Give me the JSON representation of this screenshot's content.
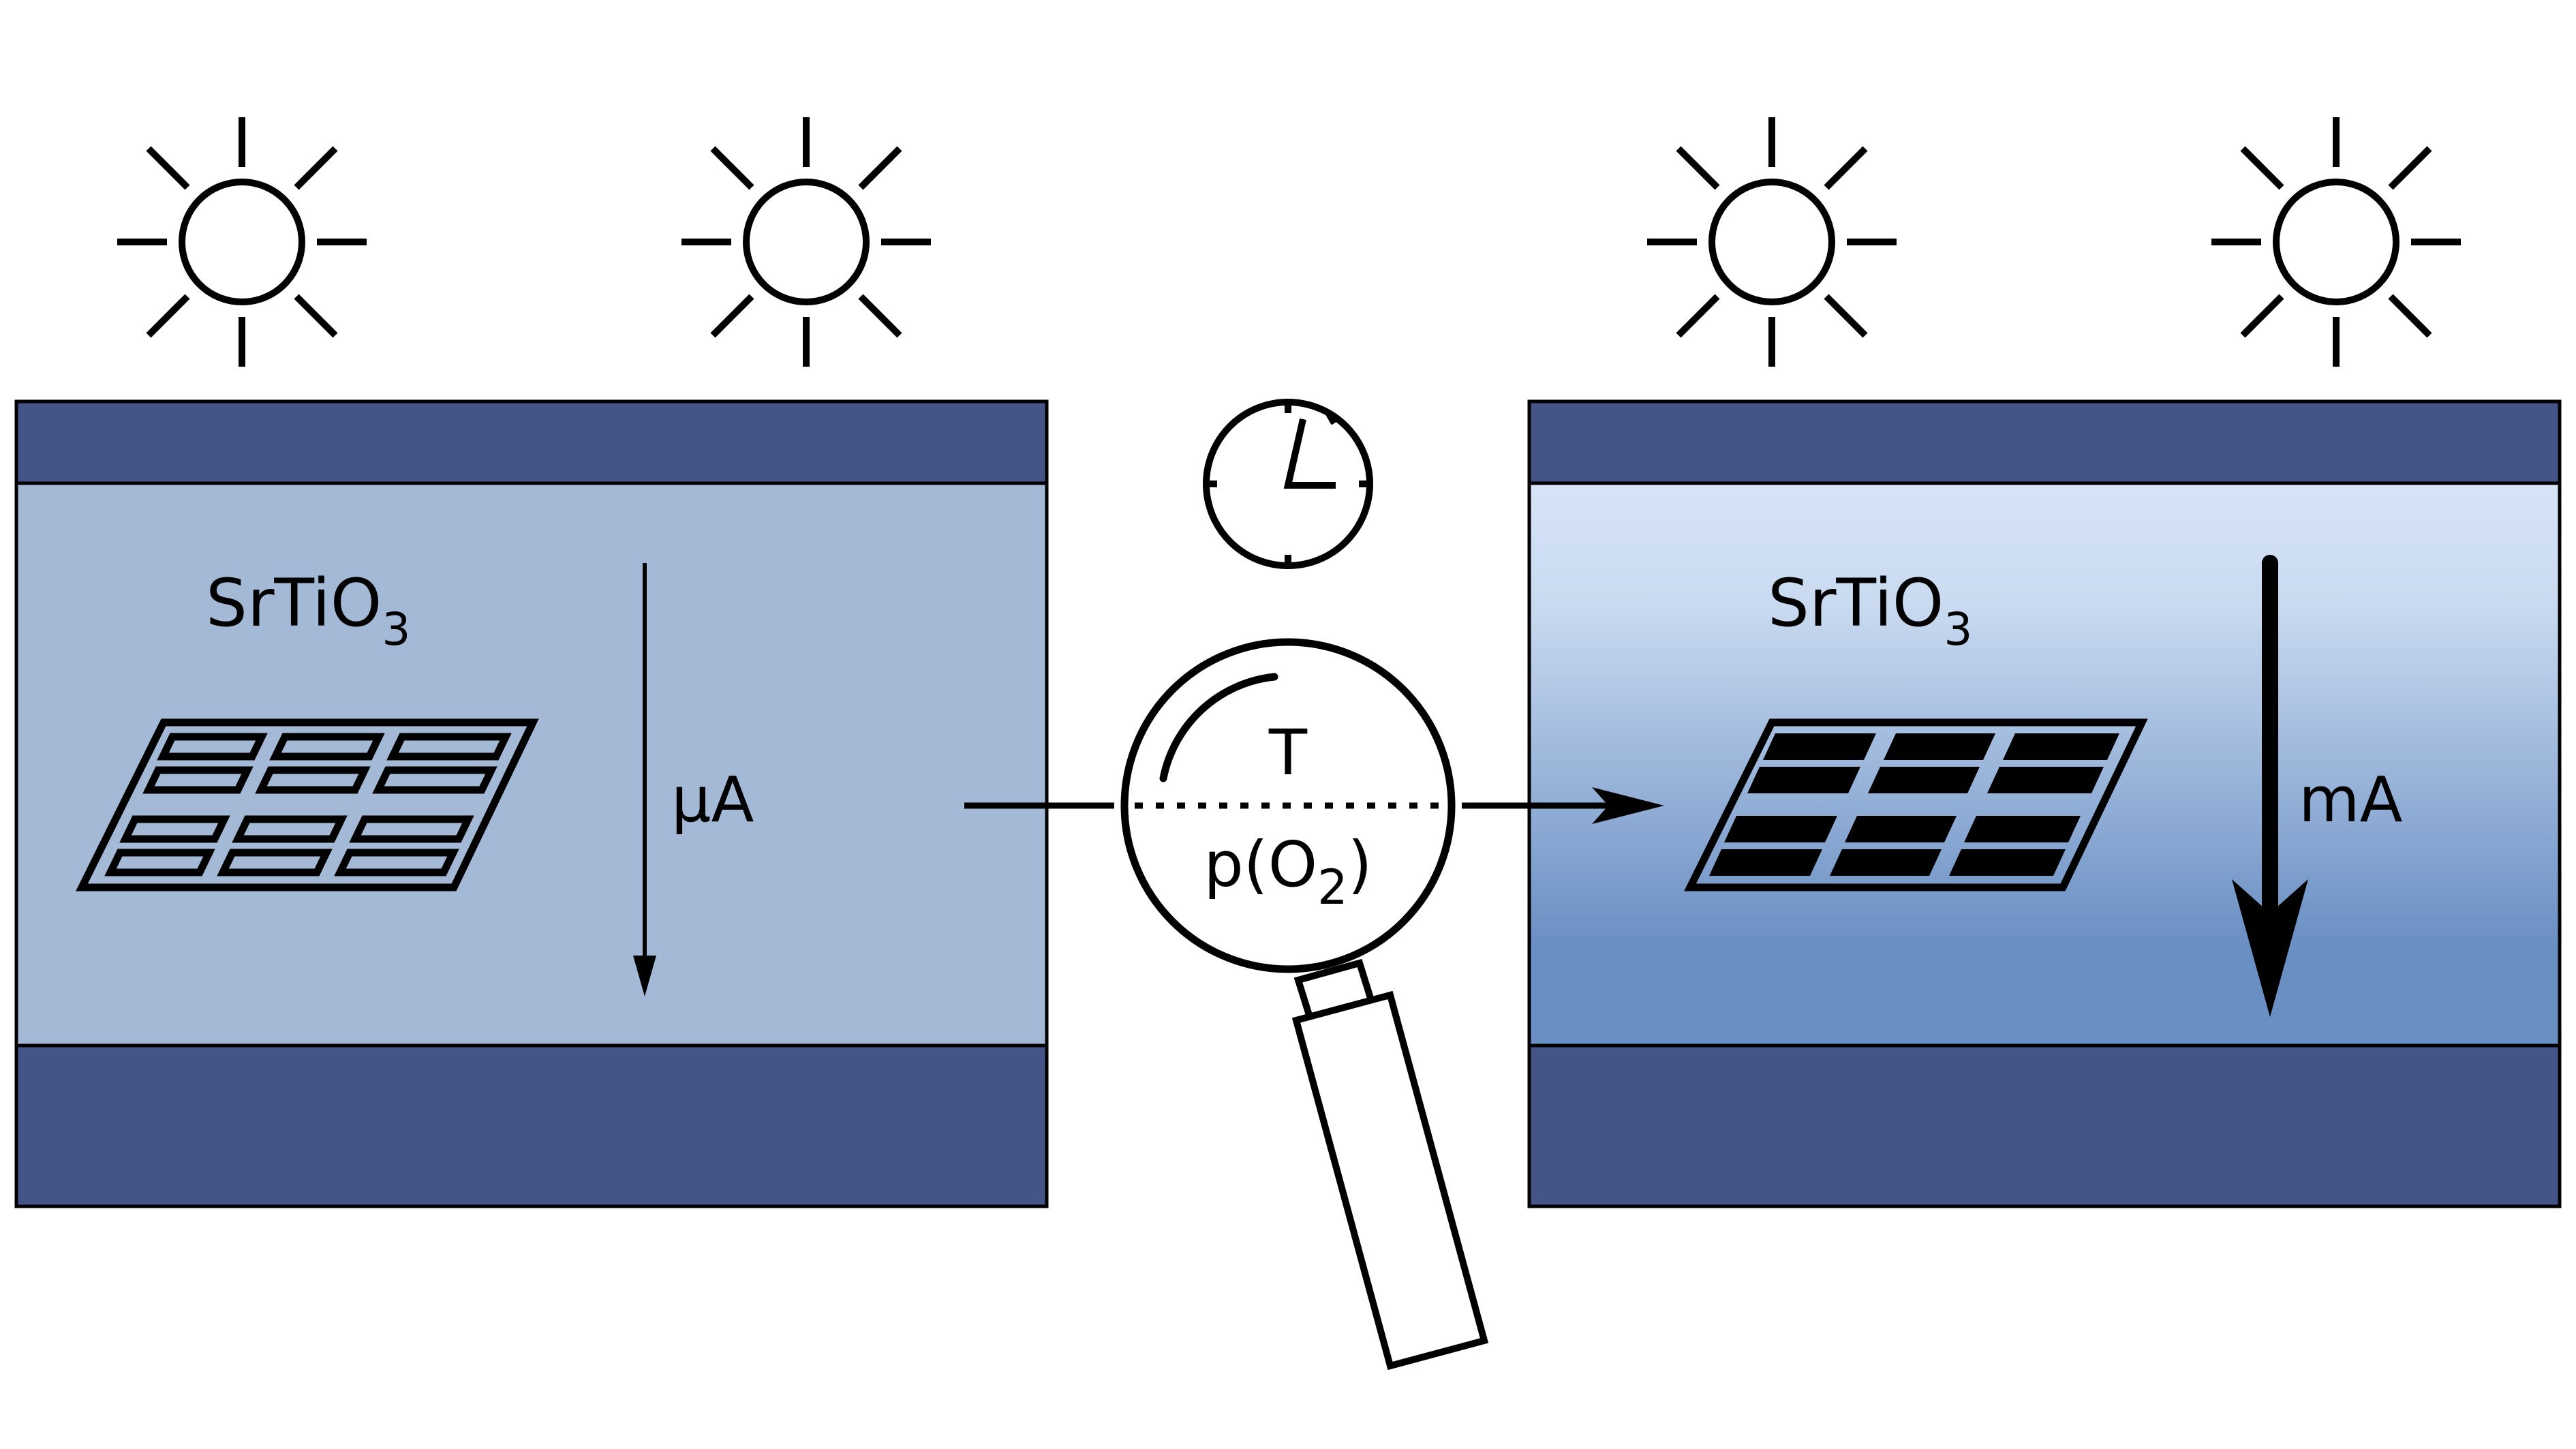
{
  "left_panel": {
    "material_main": "SrTiO",
    "material_sub": "3",
    "current_label": "µA"
  },
  "right_panel": {
    "material_main": "SrTiO",
    "material_sub": "3",
    "current_label": "mA"
  },
  "magnifier": {
    "upper_label": "T",
    "lower_label_pre": "p(O",
    "lower_label_sub": "2",
    "lower_label_post": ")"
  },
  "colors": {
    "electrode": "#445487",
    "left_layer": "#a4b9d6",
    "right_layer_top": "#d6e4f7",
    "right_layer_bottom": "#6a8fc3",
    "stroke": "#000000"
  },
  "icons": [
    "sun-icon",
    "sun-icon",
    "sun-icon",
    "sun-icon",
    "clock-icon",
    "magnifying-glass-icon",
    "solar-cell-icon",
    "solar-cell-icon"
  ]
}
